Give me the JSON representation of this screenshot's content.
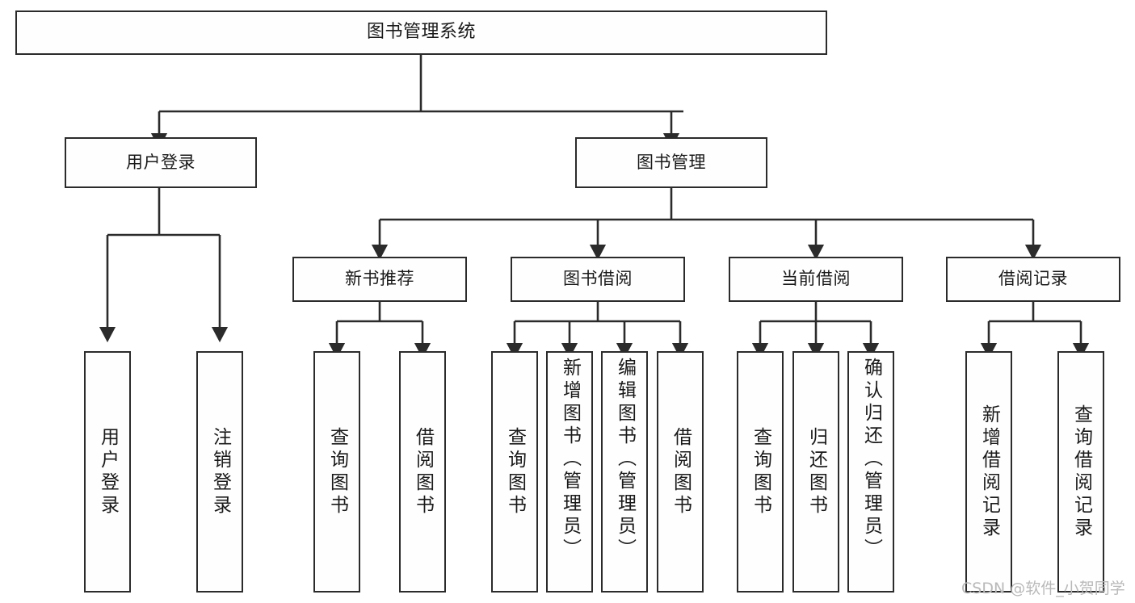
{
  "diagram": {
    "title": "图书管理系统",
    "type": "tree-hierarchy-chart",
    "colors": {
      "stroke": "#2b2b2b",
      "fill": "#fefefe",
      "background": "#ffffff",
      "watermark": "#b9b9b9"
    },
    "levels": {
      "root": {
        "label": "图书管理系统"
      },
      "level1": [
        {
          "id": "user-login",
          "label": "用户登录"
        },
        {
          "id": "book-manage",
          "label": "图书管理"
        }
      ],
      "level2": [
        {
          "id": "new-book-recommend",
          "label": "新书推荐"
        },
        {
          "id": "book-borrow",
          "label": "图书借阅"
        },
        {
          "id": "current-borrow",
          "label": "当前借阅"
        },
        {
          "id": "borrow-record",
          "label": "借阅记录"
        }
      ],
      "leaves": {
        "user-login": [
          {
            "id": "leaf-user-login",
            "label": "用户登录"
          },
          {
            "id": "leaf-user-logout",
            "label": "注销登录"
          }
        ],
        "new-book-recommend": [
          {
            "id": "leaf-query-book-1",
            "label": "查询图书"
          },
          {
            "id": "leaf-borrow-book-1",
            "label": "借阅图书"
          }
        ],
        "book-borrow": [
          {
            "id": "leaf-query-book-2",
            "label": "查询图书"
          },
          {
            "id": "leaf-add-book",
            "label": "新增图书（管理员）"
          },
          {
            "id": "leaf-edit-book",
            "label": "编辑图书（管理员）"
          },
          {
            "id": "leaf-borrow-book-2",
            "label": "借阅图书"
          }
        ],
        "current-borrow": [
          {
            "id": "leaf-query-book-3",
            "label": "查询图书"
          },
          {
            "id": "leaf-return-book",
            "label": "归还图书"
          },
          {
            "id": "leaf-confirm-return",
            "label": "确认归还（管理员）"
          }
        ],
        "borrow-record": [
          {
            "id": "leaf-add-record",
            "label": "新增借阅记录"
          },
          {
            "id": "leaf-query-record",
            "label": "查询借阅记录"
          }
        ]
      }
    }
  },
  "watermark": {
    "text": "CSDN @软件_小贺同学"
  }
}
